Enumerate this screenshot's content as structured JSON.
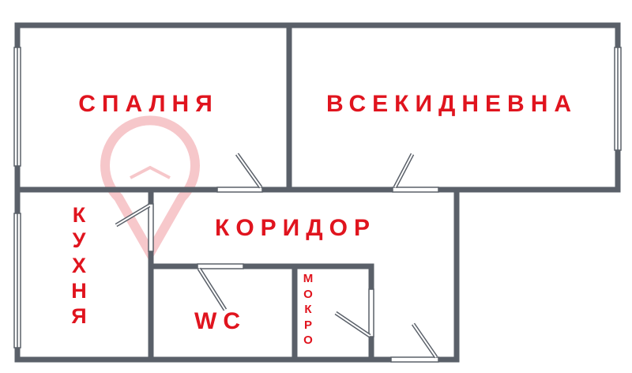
{
  "rooms": {
    "bedroom": "СПАЛНЯ",
    "living_room": "ВСЕКИДНЕВНА",
    "corridor": "КОРИДОР",
    "wc": "WC",
    "kitchen": [
      "К",
      "У",
      "Х",
      "Н",
      "Я"
    ],
    "wet_room": [
      "М",
      "О",
      "К",
      "Р",
      "О"
    ]
  },
  "colors": {
    "label": "#e0141e",
    "wall": "#5a6069",
    "watermark": "#f2b8bc"
  }
}
